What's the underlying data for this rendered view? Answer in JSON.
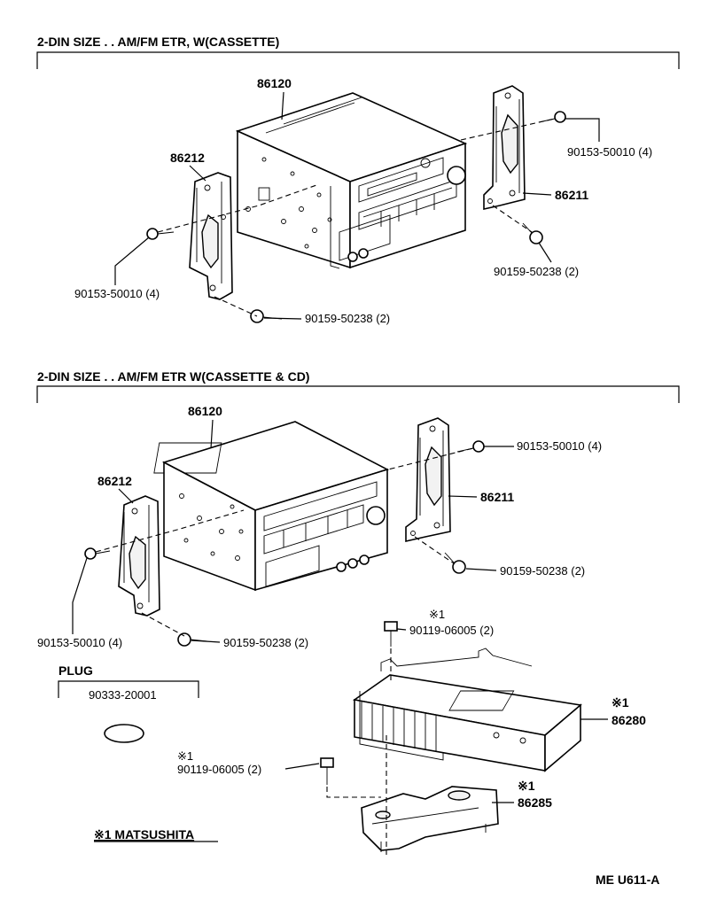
{
  "sections": {
    "top": {
      "header": "2-DIN SIZE . . AM/FM ETR, W(CASSETTE)",
      "labels": {
        "unit": "86120",
        "left_bracket": "86212",
        "right_bracket": "86211",
        "left_bolt": "90153-50010 (4)",
        "left_screw": "90159-50238 (2)",
        "right_bolt": "90153-50010 (4)",
        "right_screw": "90159-50238 (2)"
      }
    },
    "bottom": {
      "header": "2-DIN SIZE . .  AM/FM ETR W(CASSETTE & CD)",
      "labels": {
        "unit": "86120",
        "left_bracket": "86212",
        "right_bracket": "86211",
        "left_bolt": "90153-50010 (4)",
        "left_screw": "90159-50238 (2)",
        "right_bolt": "90153-50010 (4)",
        "right_screw": "90159-50238 (2)",
        "amp_mark": "※1",
        "amp": "86280",
        "amp_bracket_mark": "※1",
        "amp_bracket": "86285",
        "amp_top_bolt_mark": "※1",
        "amp_top_bolt": "90119-06005 (2)",
        "amp_left_bolt_mark": "※1",
        "amp_left_bolt": "90119-06005 (2)"
      }
    }
  },
  "plug": {
    "title": "PLUG",
    "part": "90333-20001"
  },
  "note": "※1 MATSUSHITA",
  "footer": "ME  U611-A"
}
